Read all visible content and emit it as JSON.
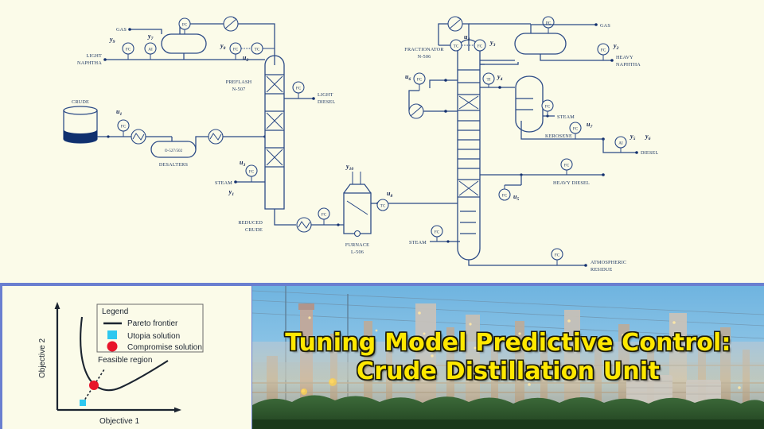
{
  "slide": {
    "title_line1": "Tuning Model Predictive Control:",
    "title_line2": "Crude Distillation Unit",
    "title_color": "#ffe800",
    "title_outline_color": "#1a1a0a",
    "divider_color": "#6a7fd0",
    "diagram_ink_color": "#2b4a86",
    "background_color": "#fbfbe9"
  },
  "pid": {
    "equipment": [
      {
        "name": "crude-tank",
        "label": "CRUDE"
      },
      {
        "name": "desalters",
        "tag": "O-527/502",
        "label": "DESALTERS"
      },
      {
        "name": "preflash-column",
        "label": "PREFLASH",
        "tag": "N-507"
      },
      {
        "name": "furnace",
        "label": "FURNACE",
        "tag": "L-506"
      },
      {
        "name": "fractionator",
        "label": "FRACTIONATOR",
        "tag": "N-506"
      }
    ],
    "streams": [
      {
        "name": "gas-left",
        "label": "GAS"
      },
      {
        "name": "light-naphtha",
        "label": "LIGHT\nNAPHTHA",
        "line1": "LIGHT",
        "line2": "NAPHTHA"
      },
      {
        "name": "light-diesel",
        "line1": "LIGHT",
        "line2": "DIESEL"
      },
      {
        "name": "steam-preflash",
        "label": "STEAM"
      },
      {
        "name": "reduced-crude",
        "line1": "REDUCED",
        "line2": "CRUDE"
      },
      {
        "name": "gas-right",
        "label": "GAS"
      },
      {
        "name": "heavy-naphtha",
        "line1": "HEAVY",
        "line2": "NAPHTHA"
      },
      {
        "name": "steam-stripper",
        "label": "STEAM"
      },
      {
        "name": "kerosene",
        "label": "KEROSENE"
      },
      {
        "name": "diesel",
        "label": "DIESEL"
      },
      {
        "name": "heavy-diesel",
        "label": "HEAVY DIESEL"
      },
      {
        "name": "steam-fractionator",
        "label": "STEAM"
      },
      {
        "name": "atmospheric-residue",
        "line1": "ATMOSPHERIC",
        "line2": "RESIDUE"
      }
    ],
    "manipulated_variables": [
      {
        "name": "u1",
        "label": "u",
        "sub": "1"
      },
      {
        "name": "u2",
        "label": "u",
        "sub": "2"
      },
      {
        "name": "u3",
        "label": "u",
        "sub": "3"
      },
      {
        "name": "u4",
        "label": "u",
        "sub": "4"
      },
      {
        "name": "u5",
        "label": "u",
        "sub": "5"
      },
      {
        "name": "u6",
        "label": "u",
        "sub": "6"
      },
      {
        "name": "u7",
        "label": "u",
        "sub": "7"
      },
      {
        "name": "u8",
        "label": "u",
        "sub": "8"
      }
    ],
    "controlled_variables": [
      {
        "name": "y1",
        "label": "y",
        "sub": "1"
      },
      {
        "name": "y2",
        "label": "y",
        "sub": "2"
      },
      {
        "name": "y3",
        "label": "y",
        "sub": "3"
      },
      {
        "name": "y4",
        "label": "y",
        "sub": "4"
      },
      {
        "name": "y5",
        "label": "y",
        "sub": "5"
      },
      {
        "name": "y6",
        "label": "y",
        "sub": "6"
      },
      {
        "name": "y7",
        "label": "y",
        "sub": "7"
      },
      {
        "name": "y8",
        "label": "y",
        "sub": "8"
      },
      {
        "name": "y9",
        "label": "y",
        "sub": "9"
      },
      {
        "name": "y10",
        "label": "y",
        "sub": "10"
      }
    ],
    "instruments": [
      {
        "name": "pc",
        "label": "FC"
      },
      {
        "name": "pressure-controller",
        "label": "PC"
      },
      {
        "name": "temperature-controller",
        "label": "TC"
      },
      {
        "name": "temperature-indicator",
        "label": "TI"
      },
      {
        "name": "analyzer-indicator",
        "label": "AI"
      }
    ]
  },
  "chart_data": {
    "type": "line",
    "title": "",
    "xlabel": "Objective 1",
    "ylabel": "Objective 2",
    "annotation": "Feasible region",
    "legend": {
      "title": "Legend",
      "position": "top-right",
      "entries": [
        {
          "label": "Pareto frontier",
          "marker": "line",
          "color": "#1b2430"
        },
        {
          "label": "Utopia solution",
          "marker": "square",
          "color": "#2ec8ef"
        },
        {
          "label": "Compromise solution",
          "marker": "circle",
          "color": "#e8152a"
        }
      ]
    },
    "series": [
      {
        "name": "Pareto frontier",
        "x": [
          0.1,
          0.12,
          0.14,
          0.17,
          0.21,
          0.27,
          0.34,
          0.42,
          0.52,
          0.64,
          0.78,
          0.92,
          1.0
        ],
        "y": [
          0.98,
          0.8,
          0.64,
          0.5,
          0.38,
          0.28,
          0.22,
          0.2,
          0.24,
          0.33,
          0.45,
          0.57,
          0.62
        ]
      }
    ],
    "points": [
      {
        "name": "utopia-solution",
        "label": "Utopia solution",
        "x": 0.04,
        "y": 0.06,
        "color": "#2ec8ef",
        "marker": "square"
      },
      {
        "name": "compromise-solution",
        "label": "Compromise solution",
        "x": 0.27,
        "y": 0.28,
        "color": "#e8152a",
        "marker": "circle"
      }
    ],
    "utopia_line": {
      "x0": 0.04,
      "y0": 0.06,
      "x1": 0.42,
      "y1": 0.52,
      "style": "dotted"
    },
    "grid": false,
    "xlim": [
      0,
      1.1
    ],
    "ylim": [
      0,
      1.1
    ]
  }
}
